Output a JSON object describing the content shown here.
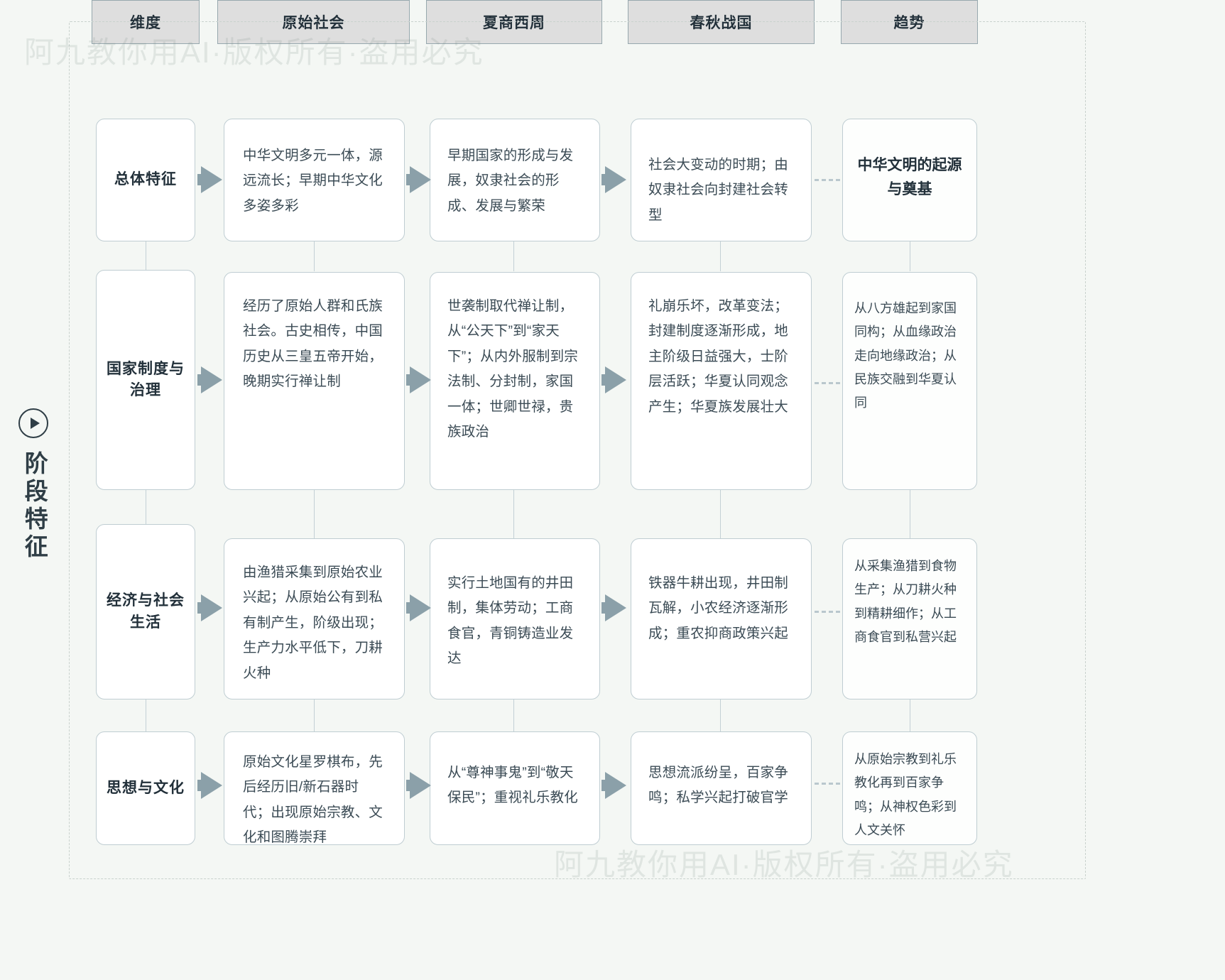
{
  "watermark": {
    "top_text": "阿九教你用AI·版权所有·盗用必究",
    "bottom_text": "阿九教你用AI·版权所有·盗用必究"
  },
  "stage": {
    "icon": "play-circle-icon",
    "label": "阶段特征"
  },
  "colors": {
    "background": "#f4f7f4",
    "header_fill": "#dedede",
    "header_border": "#97a8ae",
    "card_border": "#bfcdd2",
    "arrow": "#8ba0a9",
    "text_dark": "#22303a",
    "text_body": "#3b4b55"
  },
  "headers": [
    {
      "label": "维度"
    },
    {
      "label": "原始社会"
    },
    {
      "label": "夏商西周"
    },
    {
      "label": "春秋战国"
    },
    {
      "label": "趋势"
    }
  ],
  "rows": [
    {
      "dimension": "总体特征",
      "primitive": "中华文明多元一体，源远流长；早期中华文化多姿多彩",
      "xiashangxizhou": "早期国家的形成与发展，奴隶社会的形成、发展与繁荣",
      "chunqiuzhanguo": "社会大变动的时期；由奴隶社会向封建社会转型",
      "trend": "中华文明的起源与奠基",
      "trend_emphasis": true
    },
    {
      "dimension": "国家制度与治理",
      "primitive": "经历了原始人群和氏族社会。古史相传，中国历史从三皇五帝开始，晚期实行禅让制",
      "xiashangxizhou": "世袭制取代禅让制，从“公天下”到“家天下”；从内外服制到宗法制、分封制，家国一体；世卿世禄，贵族政治",
      "chunqiuzhanguo": "礼崩乐坏，改革变法；封建制度逐渐形成，地主阶级日益强大，士阶层活跃；华夏认同观念产生；华夏族发展壮大",
      "trend": "从八方雄起到家国同构；从血缘政治走向地缘政治；从民族交融到华夏认同",
      "trend_emphasis": false
    },
    {
      "dimension": "经济与社会生活",
      "primitive": "由渔猎采集到原始农业兴起；从原始公有到私有制产生，阶级出现；生产力水平低下，刀耕火种",
      "xiashangxizhou": "实行土地国有的井田制，集体劳动；工商食官，青铜铸造业发达",
      "chunqiuzhanguo": "铁器牛耕出现，井田制瓦解，小农经济逐渐形成；重农抑商政策兴起",
      "trend": "从采集渔猎到食物生产；从刀耕火种到精耕细作；从工商食官到私营兴起",
      "trend_emphasis": false
    },
    {
      "dimension": "思想与文化",
      "primitive": "原始文化星罗棋布，先后经历旧/新石器时代；出现原始宗教、文化和图腾崇拜",
      "xiashangxizhou": "从“尊神事鬼”到“敬天保民”；重视礼乐教化",
      "chunqiuzhanguo": "思想流派纷呈，百家争鸣；私学兴起打破官学",
      "trend": "从原始宗教到礼乐教化再到百家争鸣；从神权色彩到人文关怀",
      "trend_emphasis": false
    }
  ]
}
